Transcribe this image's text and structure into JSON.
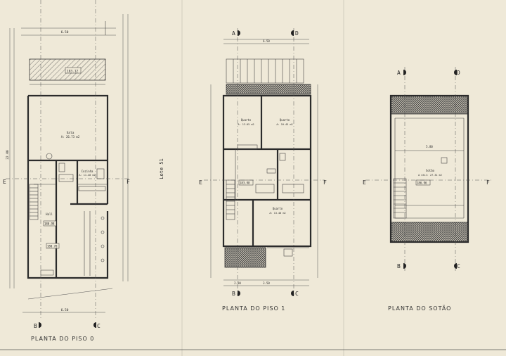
{
  "titles": {
    "piso0": "PLANTA DO PISO 0",
    "piso1": "PLANTA DO PISO 1",
    "sotao": "PLANTA DO SOTÃO"
  },
  "lot_label": "Lote 51",
  "section_marks": {
    "a": "A",
    "b": "B",
    "c": "C",
    "d": "D",
    "e": "E",
    "f": "F"
  },
  "rooms": {
    "p0_living": "Sala",
    "p0_living_area": "A: 26.73 m2",
    "p0_kitchen": "Cozinha",
    "p0_kitchen_area": "A: 11.40 m2",
    "p0_hall": "Hall",
    "p1_q1": "Quarto",
    "p1_q1_area": "A: 13.05 m2",
    "p1_q2": "Quarto",
    "p1_q2_area": "A: 10.45 m2",
    "p1_q3": "Quarto",
    "p1_q3_area": "A: 13.40 m2",
    "sotao_room": "Sotão",
    "sotao_area": "A útil: 27.31 m2"
  },
  "dims": {
    "p0_width": "6.50",
    "p0_depth": "22.00",
    "p1_width": "6.50",
    "p1_mid": "3.50",
    "p1_side": "2.90",
    "s_width": "5.80"
  },
  "levels": {
    "p0_terrace": "183.12",
    "p0_floor": "180.98",
    "p0_entry": "180.70",
    "p1_floor": "183.98",
    "sotao_floor": "186.96"
  },
  "colors": {
    "paper": "#efe9d8",
    "ink": "#2b2b2b"
  }
}
